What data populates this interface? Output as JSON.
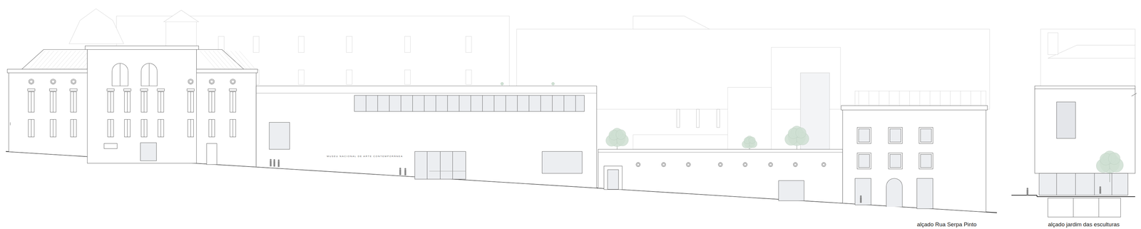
{
  "diagram": {
    "labels": [
      "MUSEU NACIONAL DE ARTE CONTEMPORÂNEA",
      "alçado Rua Serpa Pinto",
      "alçado jardim das esculturas"
    ]
  }
}
